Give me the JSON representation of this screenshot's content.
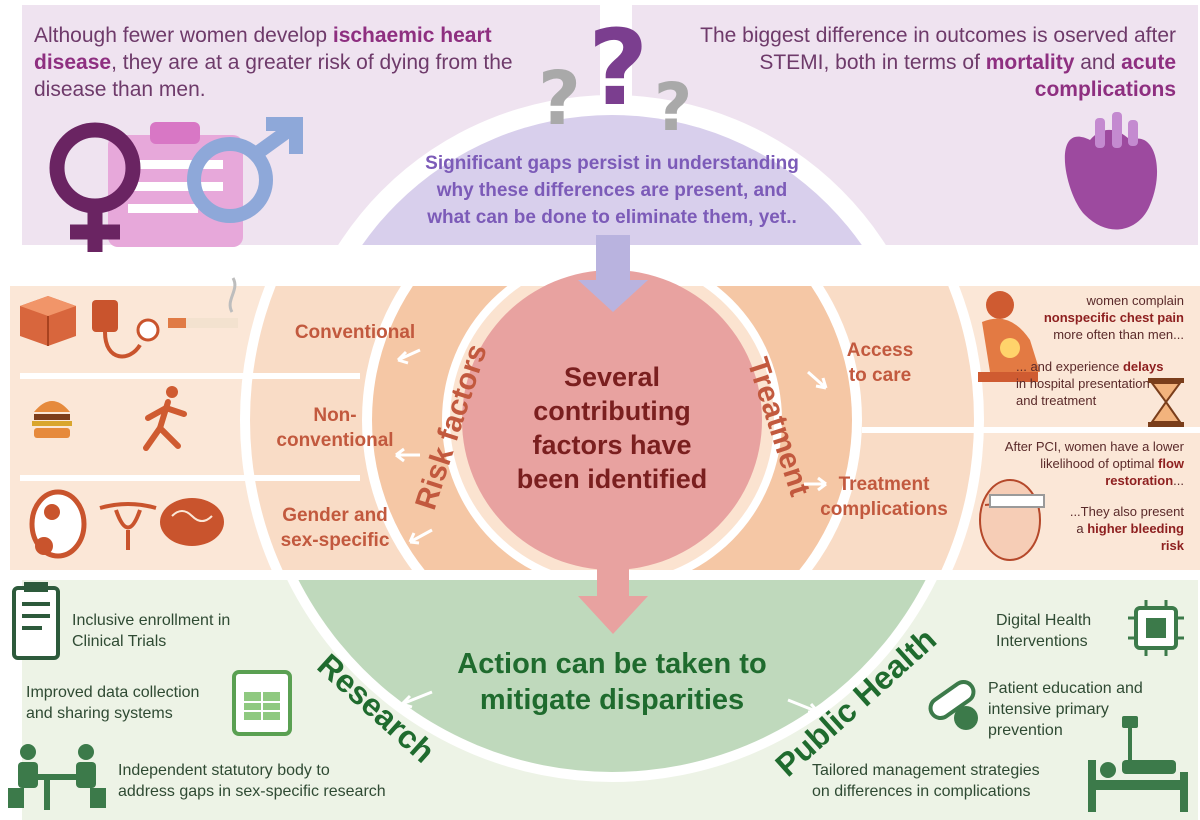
{
  "top": {
    "left_pre": "Although fewer women develop ",
    "left_bold": "ischaemic heart disease",
    "left_post": ", they are at a greater risk of dying from the disease than men.",
    "right_pre": "The biggest difference in outcomes is oserved after STEMI, both in terms of ",
    "right_bold1": "mortality",
    "right_mid": " and ",
    "right_bold2": "acute complications",
    "center_line1": "Significant gaps persist in understanding",
    "center_line2": "why these differences are present, and",
    "center_line3": "what can be done to eliminate them, yet.."
  },
  "middle": {
    "title_line1": "Several",
    "title_line2": "contributing",
    "title_line3": "factors have",
    "title_line4": "been identified",
    "risk_factors_label": "Risk factors",
    "treatment_label": "Treatment",
    "risk_items": [
      "Conventional",
      "Non-\nconventional",
      "Gender and\nsex-specific"
    ],
    "treatment_items": [
      "Access\nto care",
      "Treatment\ncomplications"
    ]
  },
  "side_notes": {
    "n1_pre": "women complain ",
    "n1_bold": "nonspecific chest pain",
    "n1_post": " more often than men...",
    "n2_pre": "... and experience ",
    "n2_bold": "delays",
    "n2_post": " in hospital presentation and treatment",
    "n3_pre": "After PCI, women have a lower likelihood of optimal ",
    "n3_bold": "flow restoration",
    "n3_post": "...",
    "n4_pre": "...They also present a ",
    "n4_bold": "higher bleeding risk"
  },
  "bottom": {
    "action_line1": "Action can be taken to",
    "action_line2": "mitigate disparities",
    "research_label": "Research",
    "public_health_label": "Public Health",
    "research_items": [
      "Inclusive enrollment in\nClinical Trials",
      "Improved data collection\nand sharing systems",
      "Independent statutory body  to\naddress gaps in sex-specific research"
    ],
    "public_items": [
      "Digital Health\nInterventions",
      "Patient education and\nintensive primary\nprevention",
      "Tailored management strategies\non differences in complications"
    ]
  },
  "icons": [
    "question-marks-icon",
    "female-symbol-icon",
    "male-symbol-icon",
    "clipboard-icon",
    "heart-icon",
    "box-icon",
    "blood-pressure-icon",
    "cigarette-icon",
    "burger-icon",
    "runner-icon",
    "fetus-icon",
    "uterus-icon",
    "brain-icon",
    "chest-pain-person-icon",
    "hourglass-icon",
    "stent-heart-icon",
    "clinical-doc-icon",
    "spreadsheet-icon",
    "meeting-icon",
    "chip-icon",
    "pill-icon",
    "hospital-bed-icon"
  ],
  "colors": {
    "top_panel": "#efe3f0",
    "lavender": "#d6cdeb",
    "peach": "#f8d9c2",
    "orange": "#f3bb95",
    "pink_center": "#e8a2a0",
    "green_panel": "#eaf1e2",
    "green_arc": "#bcd7b9",
    "arrow": "#b7b2de"
  }
}
